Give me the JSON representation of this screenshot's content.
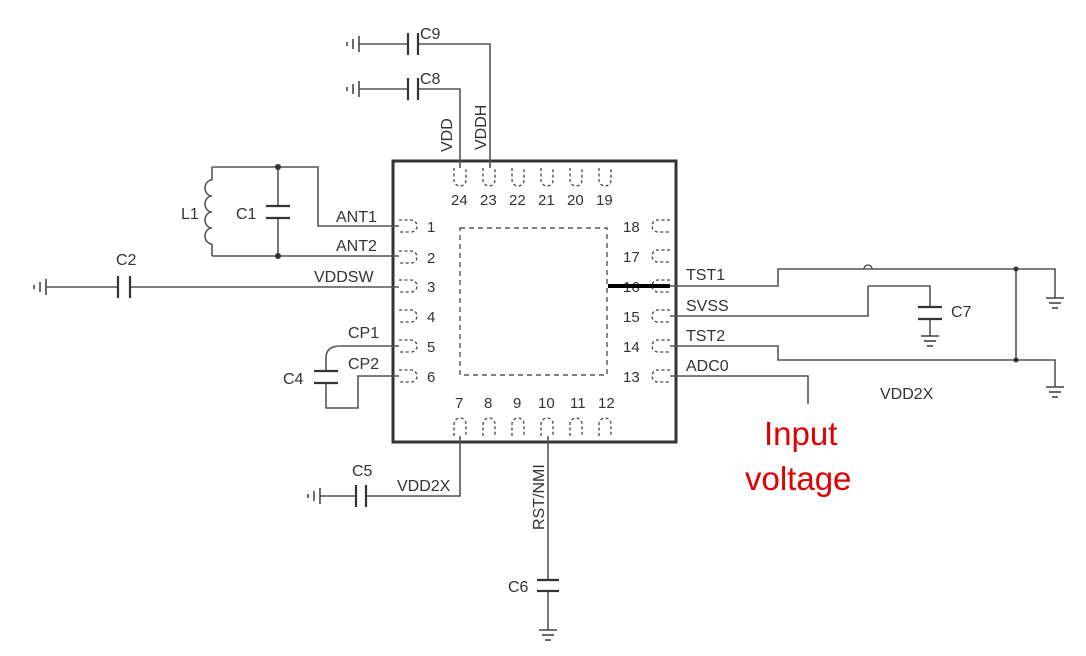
{
  "chip": {
    "left_pins": [
      {
        "num": "1",
        "net": "ANT1"
      },
      {
        "num": "2",
        "net": "ANT2"
      },
      {
        "num": "3",
        "net": "VDDSW"
      },
      {
        "num": "4",
        "net": ""
      },
      {
        "num": "5",
        "net": "CP1"
      },
      {
        "num": "6",
        "net": "CP2"
      }
    ],
    "bottom_pins": [
      "7",
      "8",
      "9",
      "10",
      "11",
      "12"
    ],
    "right_pins": [
      {
        "num": "13",
        "net": "ADC0"
      },
      {
        "num": "14",
        "net": "TST2"
      },
      {
        "num": "15",
        "net": "SVSS"
      },
      {
        "num": "16",
        "net": "TST1"
      },
      {
        "num": "17",
        "net": ""
      },
      {
        "num": "18",
        "net": ""
      }
    ],
    "top_pins": [
      "24",
      "23",
      "22",
      "21",
      "20",
      "19"
    ],
    "top_nets": {
      "pin24": "VDD",
      "pin23": "VDDH"
    },
    "bottom_nets": {
      "pin7": "VDD2X",
      "pin10": "RST/NMI"
    }
  },
  "components": {
    "c1": "C1",
    "c2": "C2",
    "c4": "C4",
    "c5": "C5",
    "c6": "C6",
    "c7": "C7",
    "c8": "C8",
    "c9": "C9",
    "l1": "L1"
  },
  "net_labels": {
    "vdd2x_right": "VDD2X"
  },
  "annotation": {
    "line1": "Input",
    "line2": "voltage",
    "color": "#e00000"
  }
}
